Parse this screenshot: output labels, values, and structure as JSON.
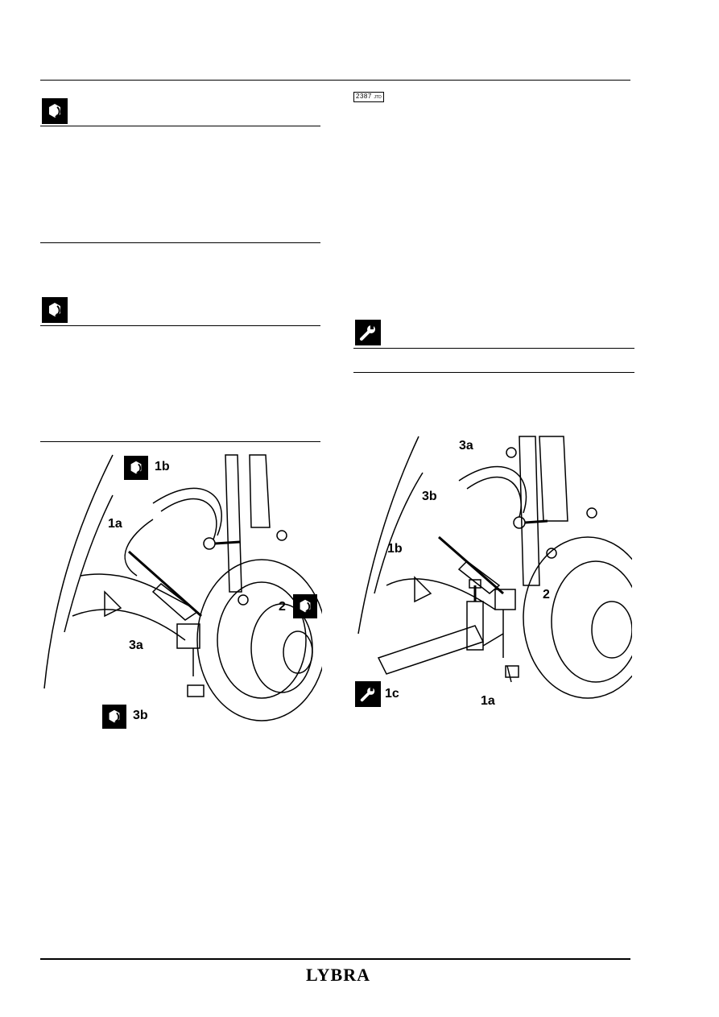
{
  "header_tag": {
    "code": "2387",
    "suffix": "JTD"
  },
  "left_figure": {
    "callouts": {
      "c1b": "1b",
      "c1a": "1a",
      "c2": "2",
      "c3a": "3a",
      "c3b": "3b"
    }
  },
  "right_figure": {
    "callouts": {
      "c3a": "3a",
      "c3b": "3b",
      "c1b": "1b",
      "c2": "2",
      "c1c": "1c",
      "c1a": "1a"
    }
  },
  "icons": {
    "tighten": "tighten-nut-icon",
    "tool": "wrench-icon"
  },
  "footer": {
    "brand": "LYBRA"
  }
}
